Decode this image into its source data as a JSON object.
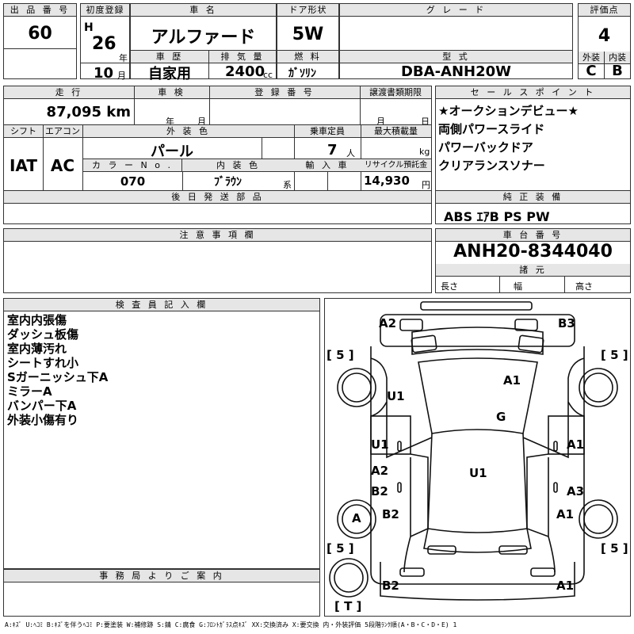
{
  "row1": {
    "lot_no_label": "出 品 番 号",
    "lot_no": "60",
    "first_reg_label": "初度登録",
    "era": "H",
    "year": "26",
    "year_unit": "年",
    "month": "10",
    "month_unit": "月",
    "car_name_label": "車  名",
    "car_name": "アルファード",
    "door_label": "ドア形状",
    "door": "5W",
    "grade_label": "グ レ ー ド",
    "grade": "",
    "score_label": "評価点",
    "score": "4",
    "history_label": "車  歴",
    "history": "自家用",
    "displacement_label": "排 気 量",
    "displacement": "2400",
    "displacement_unit": "cc",
    "fuel_label": "燃  料",
    "fuel": "ｶﾞｿﾘﾝ",
    "model_label": "型  式",
    "model": "DBA-ANH20W",
    "exterior_label": "外装",
    "exterior": "C",
    "interior_label": "内装",
    "interior": "B"
  },
  "row2": {
    "mileage_label": "走  行",
    "mileage": "87,095 km",
    "inspection_label": "車  検",
    "inspection_year_unit": "年",
    "inspection_month_unit": "月",
    "reg_no_label": "登 録 番 号",
    "transfer_label": "譲渡書類期限",
    "transfer_month_unit": "月",
    "transfer_day_unit": "日",
    "shift_label": "シフト",
    "shift": "IAT",
    "ac_label": "エアコン",
    "ac": "AC",
    "color_label": "外 装 色",
    "color": "パール",
    "capacity_label": "乗車定員",
    "capacity": "7",
    "capacity_unit": "人",
    "load_label": "最大積載量",
    "load_unit": "kg",
    "color_no_label": "カ ラ ー  N o .",
    "color_no": "070",
    "interior_color_label": "内 装 色",
    "interior_color": "ﾌﾞﾗｳﾝ",
    "interior_color_unit": "系",
    "import_label": "輸 入 車",
    "recycle_label": "リサイクル預託金",
    "recycle": "14,930",
    "recycle_unit": "円"
  },
  "sales_points": {
    "label": "セ ー ル ス ポ イ ン ト",
    "items": [
      "★オークションデビュー★",
      "両側パワースライド",
      "パワーバックドア",
      "クリアランスソナー"
    ]
  },
  "later_parts": {
    "label": "後 日 発 送 部 品"
  },
  "equipment": {
    "label": "純 正 装 備",
    "value": "ABS ｴｱB PS PW"
  },
  "notes": {
    "label": "注 意 事 項 欄"
  },
  "chassis": {
    "label": "車 台 番 号",
    "value": "ANH20-8344040",
    "spec_label": "諸  元",
    "length_label": "長さ",
    "width_label": "幅",
    "height_label": "高さ"
  },
  "inspector": {
    "label": "検 査 員 記 入 欄",
    "items": [
      "室内内張傷",
      "ダッシュ板傷",
      "室内薄汚れ",
      "シートすれ小",
      "Sガーニッシュ下A",
      "ミラーA",
      "バンパー下A",
      "外装小傷有り"
    ]
  },
  "office": {
    "label": "事 務 局 よ り ご 案 内"
  },
  "diagram": {
    "marks": {
      "front_left": "A2",
      "front_right": "B3",
      "hood_right": "A1",
      "windshield": "G",
      "left_front_door": "U1",
      "left_fender": "U1",
      "right_fender": "A1",
      "left_door_a": "A2",
      "left_door_b": "B2",
      "roof": "U1",
      "right_door": "A3",
      "left_rear_wheel": "A",
      "left_rear": "B2",
      "right_rear": "A1",
      "rear_left": "B2",
      "rear_right": "A1"
    },
    "tire_tl": "[ 5 ]",
    "tire_tr": "[ 5 ]",
    "tire_bl": "[ 5 ]",
    "tire_br": "[ 5 ]",
    "spare": "[ T ]"
  },
  "legend": "A:ｷｽﾞ  U:ﾍｺﾐ  B:ｷｽﾞを伴うﾍｺﾐ  P:要塗装  W:補修跡  S:錆  C:腐食  G:ﾌﾛﾝﾄｶﾞﾗｽ点ｷｽﾞ  XX:交換済み  X:要交換   内・外装評価  5段階ﾗﾝｸ順(A・B・C・D・E)  1"
}
